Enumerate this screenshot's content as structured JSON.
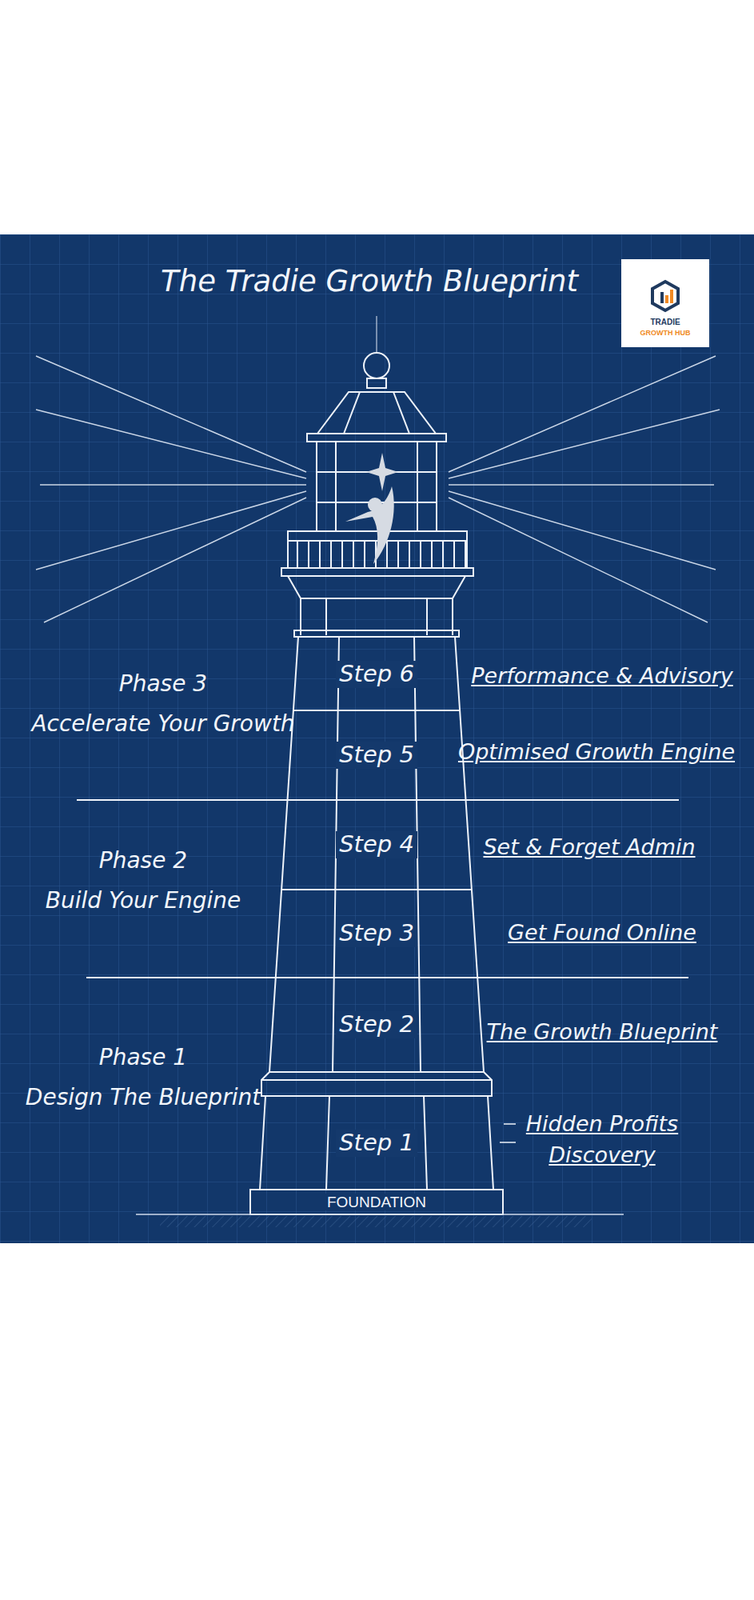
{
  "diagram": {
    "title": "The Tradie Growth Blueprint",
    "nodes": [
      {
        "text": [
          "Step 6"
        ]
      },
      {
        "text": [
          "Step 5"
        ]
      },
      {
        "text": [
          "Step 4"
        ]
      },
      {
        "text": [
          "Step 3"
        ]
      },
      {
        "text": [
          "Step 2"
        ]
      },
      {
        "text": [
          "Step 1"
        ]
      },
      {
        "text": [
          "FOUNDATION"
        ]
      }
    ],
    "labels": [
      "TRADIE",
      "GROWTH HUB",
      "Phase 3",
      "Accelerate Your Growth",
      "Performance & Advisory",
      "Optimised Growth Engine",
      "Phase 2",
      "Build Your Engine",
      "Set & Forget Admin",
      "Get Found Online",
      "Phase 1",
      "Design The Blueprint",
      "The Growth Blueprint",
      "Hidden Profits Discovery"
    ]
  }
}
